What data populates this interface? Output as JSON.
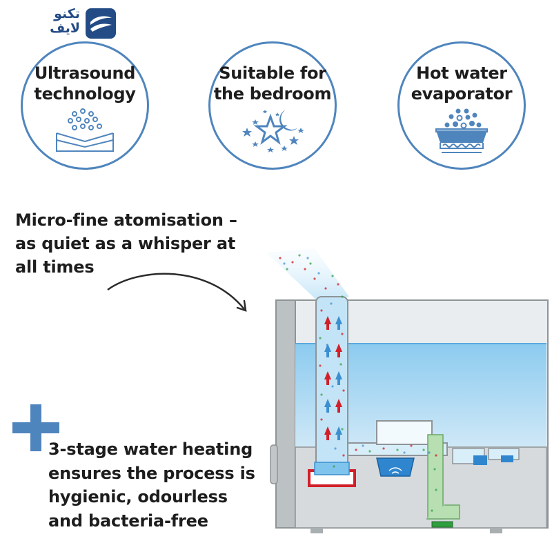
{
  "brand": {
    "name_line1": "تکنو",
    "name_line2": "لایف",
    "accent_color": "#234b86"
  },
  "features": [
    {
      "line1": "Ultrasound",
      "line2": "technology",
      "icon": "ultrasound-bowl-icon"
    },
    {
      "line1": "Suitable for",
      "line2": "the bedroom",
      "icon": "moon-stars-icon"
    },
    {
      "line1": "Hot water",
      "line2": "evaporator",
      "icon": "heated-bowl-icon"
    }
  ],
  "captions": {
    "atomisation": [
      "Micro-fine atomisation –",
      "as quiet as a whisper at",
      "all times"
    ],
    "heating": [
      "3-stage water heating",
      "ensures the process is",
      "hygienic, odourless",
      "and bacteria-free"
    ]
  },
  "colors": {
    "circle_border": "#4f85bd",
    "plus": "#4f85bd",
    "water": "#a9d4ef",
    "heater": "#d1202a",
    "channel_green": "#9fd29a"
  }
}
